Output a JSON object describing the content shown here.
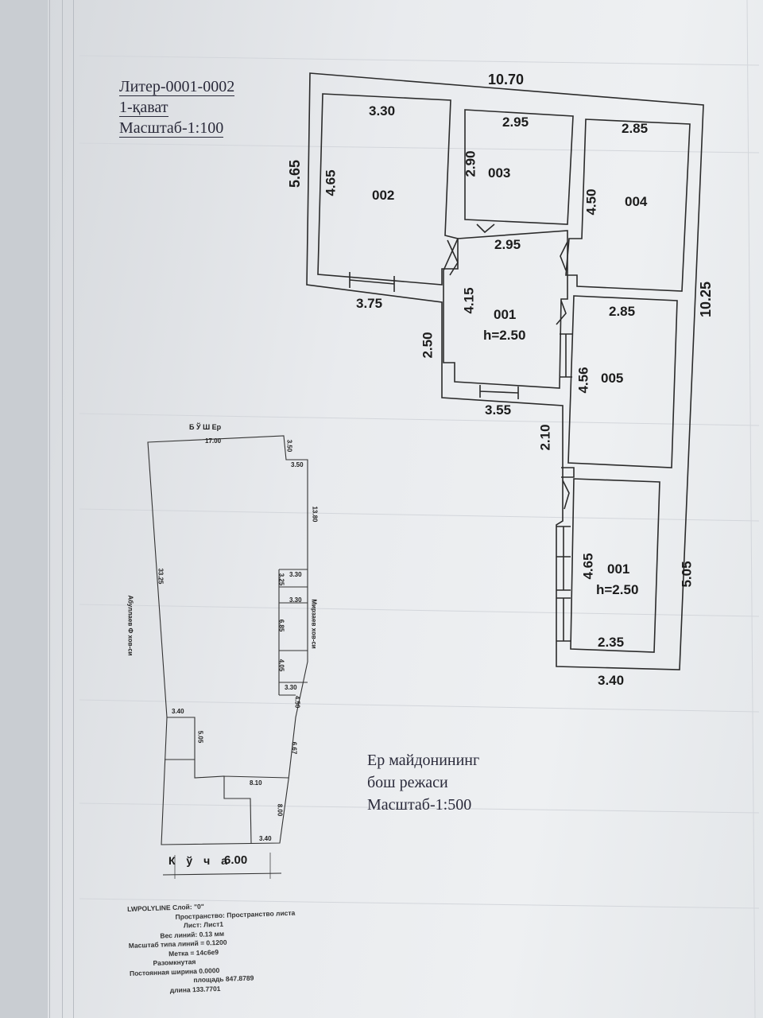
{
  "header": {
    "liter": "Литер-0001-0002",
    "floor": "1-қават",
    "scale": "Масштаб-1:100"
  },
  "plan": {
    "overall_width": "10.70",
    "overall_height": "10.25",
    "left_height": "5.65",
    "right_bottom_height": "5.05",
    "bottom_width": "3.40",
    "rooms": [
      {
        "id": "002",
        "width": "3.30",
        "height": "4.65"
      },
      {
        "id": "003",
        "width": "2.95",
        "height": "2.90"
      },
      {
        "id": "004",
        "width": "2.85",
        "height": "4.50"
      },
      {
        "id": "005",
        "width": "2.85",
        "height": "4.56"
      }
    ],
    "corridor": {
      "id": "001",
      "ceiling": "h=2.50",
      "width": "2.95",
      "height": "4.15",
      "wall_left": "3.75",
      "step": "2.50",
      "bottom": "3.55"
    },
    "hall": {
      "id": "001",
      "ceiling": "h=2.50",
      "width": "2.35",
      "height": "4.65",
      "gap": "2.10"
    }
  },
  "site": {
    "top_label": "Б Ў Ш   Ер",
    "top": "17.00",
    "right_top": "3.50",
    "right_notch": "3.50",
    "right_upper": "13.80",
    "left_long": "33.25",
    "left_neighbor": "Абуллаев Ф хов-си",
    "right_neighbor": "Мирзаев хов-си",
    "bldg": [
      "3.30",
      "3.25",
      "3.30",
      "6.85",
      "4.05",
      "3.30"
    ],
    "right_mid": "4.50",
    "right_lower": "6.67",
    "right_bottom": "8.00",
    "left_notch": "3.40",
    "left_notch_h": "5.05",
    "inner": "8.10",
    "bottom_right": "3.40",
    "street": "К ў ч а",
    "street_width": "6.00"
  },
  "site_caption": {
    "line1": "Ер майдонининг",
    "line2": "бош режаси",
    "line3": "Масштаб-1:500"
  },
  "properties": [
    "LWPOLYLINE  Слой: \"0\"",
    "Пространство: Пространство листа",
    "Лист: Лист1",
    "Вес линий: 0.13 мм",
    "Масштаб типа линий =     0.1200",
    "Метка = 14c6e9",
    "Разомкнутая",
    "Постоянная ширина     0.0000",
    "площадь  847.8789",
    "длина   133.7701"
  ]
}
